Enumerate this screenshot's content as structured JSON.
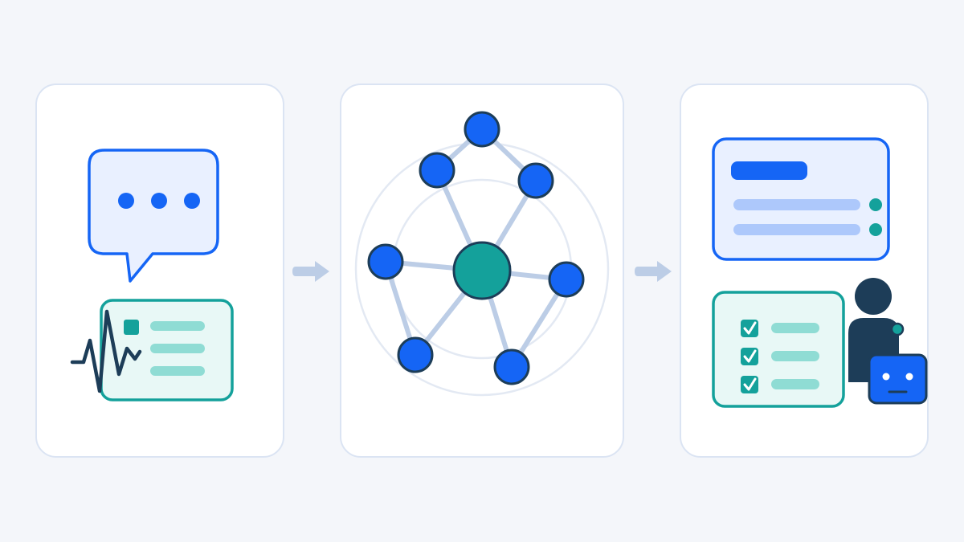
{
  "colors": {
    "background": "#f4f6fa",
    "panel": "#ffffff",
    "panel_border": "#dbe4f3",
    "blue": "#1565f5",
    "teal": "#14a19b",
    "teal_light": "#8fdcd4",
    "navy": "#1d3d58",
    "light_blue_fill": "#e9f0ff",
    "light_teal_fill": "#e8f8f6",
    "edge": "#bccde6",
    "arrow": "#bccde6"
  },
  "panels": [
    {
      "id": "input",
      "icons": [
        "chat-bubble-icon",
        "ellipsis-icon",
        "vital-signs-waveform-icon",
        "record-card-icon"
      ]
    },
    {
      "id": "graph",
      "icons": [
        "network-graph-icon"
      ]
    },
    {
      "id": "output",
      "icons": [
        "result-card-icon",
        "checklist-icon",
        "person-icon",
        "robot-icon"
      ]
    }
  ],
  "flow_arrows": [
    "arrow-right-icon",
    "arrow-right-icon"
  ],
  "graph": {
    "hub": "center-node",
    "nodes": [
      "node-top",
      "node-upper-left",
      "node-upper-right",
      "node-left",
      "node-right",
      "node-lower-left",
      "node-lower-right"
    ],
    "edges": [
      [
        "node-top",
        "node-upper-left"
      ],
      [
        "node-top",
        "node-upper-right"
      ],
      [
        "node-upper-left",
        "center-node"
      ],
      [
        "node-upper-right",
        "center-node"
      ],
      [
        "node-left",
        "center-node"
      ],
      [
        "node-right",
        "center-node"
      ],
      [
        "node-lower-left",
        "center-node"
      ],
      [
        "node-lower-right",
        "center-node"
      ],
      [
        "node-left",
        "node-lower-left"
      ],
      [
        "node-right",
        "node-lower-right"
      ]
    ]
  },
  "checklist": {
    "items": 3,
    "checked": 3
  }
}
